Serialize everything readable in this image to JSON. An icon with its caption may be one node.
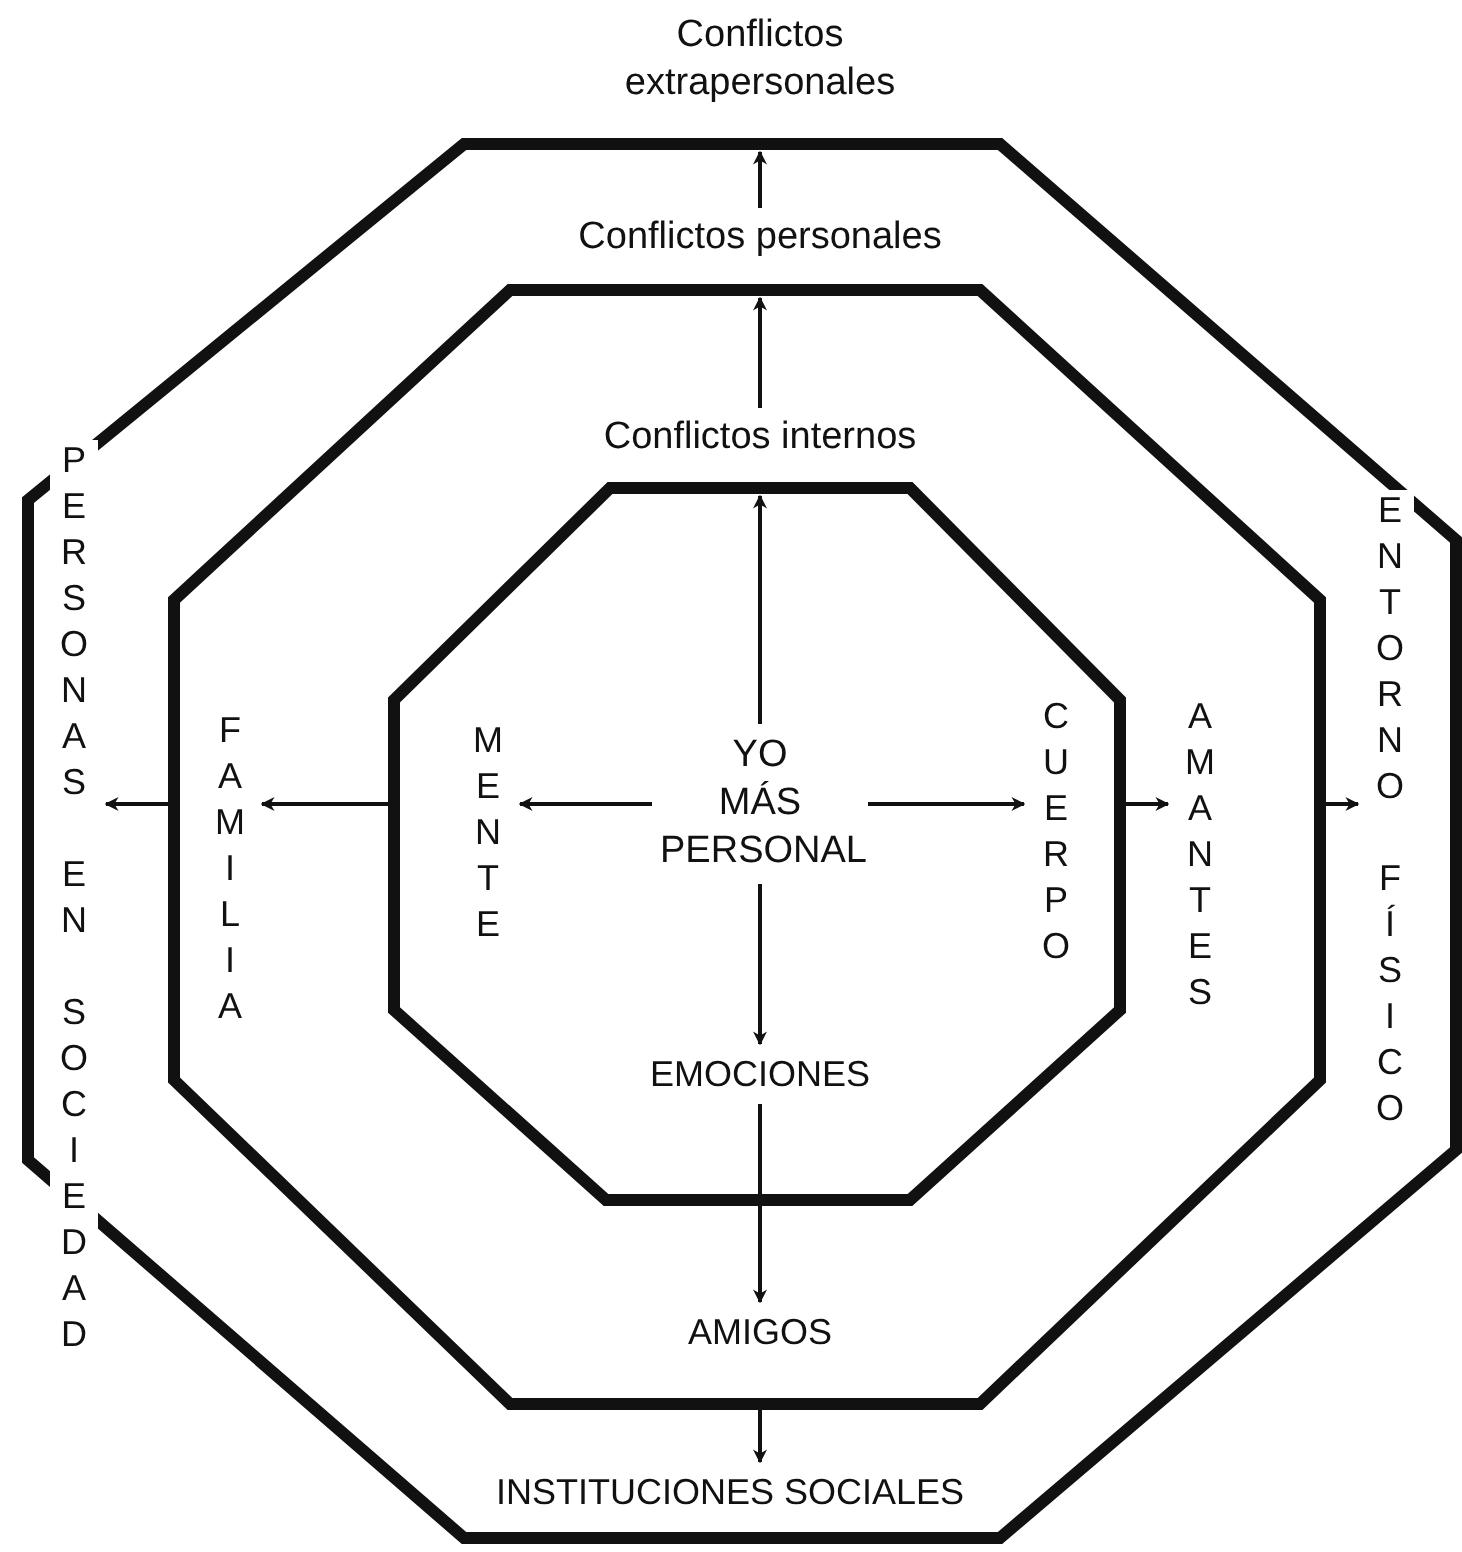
{
  "diagram": {
    "nodes": [
      {
        "text": [
          "Conflictos extrapersonales"
        ]
      },
      {
        "text": [
          "PERSONAS EN SOCIEDAD"
        ],
        "in": 0
      },
      {
        "text": [
          "ENTORNO FÍSICO"
        ],
        "in": 0
      },
      {
        "text": [
          "INSTITUCIONES SOCIALES"
        ],
        "in": 0
      },
      {
        "text": [
          "Conflictos personales"
        ],
        "in": 0
      },
      {
        "text": [
          "FAMILIA"
        ],
        "in": 4
      },
      {
        "text": [
          "AMANTES"
        ],
        "in": 4
      },
      {
        "text": [
          "AMIGOS"
        ],
        "in": 4
      },
      {
        "text": [
          "Conflictos internos"
        ],
        "in": 4
      },
      {
        "text": [
          "MENTE"
        ],
        "in": 8
      },
      {
        "text": [
          "CUERPO"
        ],
        "in": 8
      },
      {
        "text": [
          "EMOCIONES"
        ],
        "in": 8
      },
      {
        "text": [
          "YO MÁS PERSONAL"
        ],
        "in": 8
      }
    ],
    "edges": [
      {
        "from": 12,
        "to": 8,
        "arrow": "to"
      },
      {
        "from": 8,
        "to": 4,
        "arrow": "to"
      },
      {
        "from": 4,
        "to": 0,
        "arrow": "to"
      },
      {
        "from": 12,
        "to": 9,
        "arrow": "to"
      },
      {
        "from": 12,
        "to": 10,
        "arrow": "to"
      },
      {
        "from": 12,
        "to": 11,
        "arrow": "to"
      },
      {
        "from": 8,
        "to": 5,
        "arrow": "to"
      },
      {
        "from": 4,
        "to": 1,
        "arrow": "to"
      },
      {
        "from": 8,
        "to": 6,
        "arrow": "to"
      },
      {
        "from": 4,
        "to": 2,
        "arrow": "to"
      },
      {
        "from": 11,
        "to": 7,
        "arrow": "to"
      },
      {
        "from": 4,
        "to": 3,
        "arrow": "to"
      }
    ]
  }
}
